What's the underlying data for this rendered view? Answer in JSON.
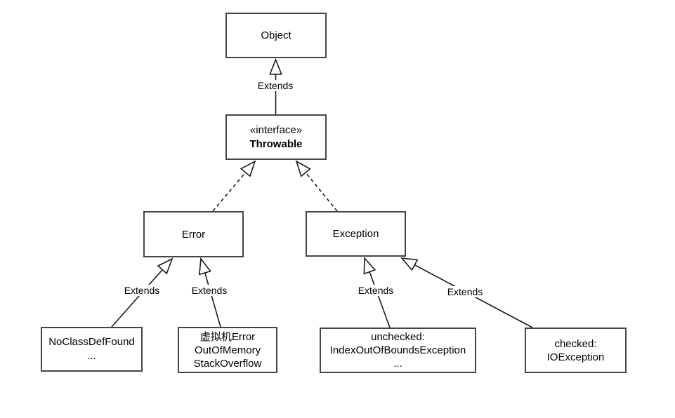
{
  "diagram": {
    "type": "uml-class-inheritance",
    "nodes": {
      "object": {
        "label": "Object"
      },
      "throwable": {
        "stereotype": "«interface»",
        "label": "Throwable"
      },
      "error": {
        "label": "Error"
      },
      "exception": {
        "label": "Exception"
      },
      "no_class_def_found": {
        "line1": "NoClassDefFound",
        "line2": "..."
      },
      "vm_error": {
        "line1": "虚拟机Error",
        "line2": "OutOfMemory",
        "line3": "StackOverflow"
      },
      "unchecked": {
        "line1": "unchecked:",
        "line2": "IndexOutOfBoundsException",
        "line3": "..."
      },
      "checked": {
        "line1": "checked:",
        "line2": "IOException"
      }
    },
    "edge_labels": {
      "object_extends": "Extends",
      "error_left_extends": "Extends",
      "error_right_extends": "Extends",
      "exception_left_extends": "Extends",
      "exception_right_extends": "Extends"
    },
    "colors": {
      "line": "#1a1a1a",
      "box_border": "#454545",
      "background": "#ffffff",
      "text": "#000000"
    }
  }
}
